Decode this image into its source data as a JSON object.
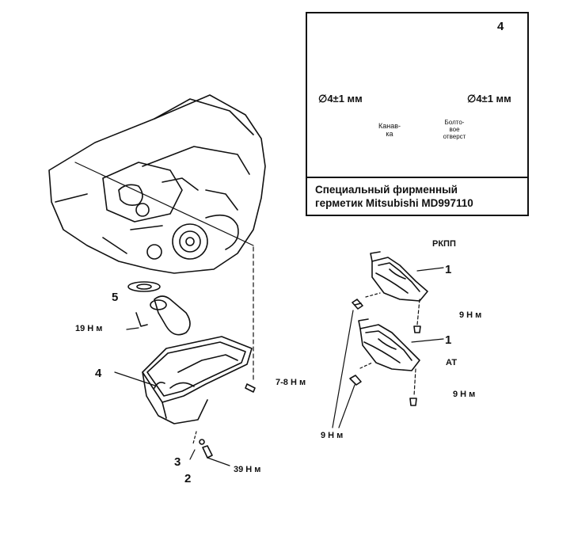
{
  "inset": {
    "callout": "4",
    "bead_left": "∅4±1 мм",
    "bead_right": "∅4±1 мм",
    "detail_left": "Канав-ка",
    "detail_right": "Болто-вое отверст",
    "caption_line1": "Специальный фирменный",
    "caption_line2": "герметик Mitsubishi MD997110"
  },
  "main": {
    "callout_5": "5",
    "callout_4": "4",
    "callout_3": "3",
    "callout_2": "2",
    "torque_19": "19 Н м",
    "torque_78": "7-8 Н м",
    "torque_39": "39 Н м"
  },
  "right": {
    "title_mt": "РКПП",
    "title_at": "АТ",
    "callout_1a": "1",
    "callout_1b": "1",
    "torque_9a": "9 Н м",
    "torque_9b": "9 Н м",
    "torque_9c": "9 Н м"
  }
}
